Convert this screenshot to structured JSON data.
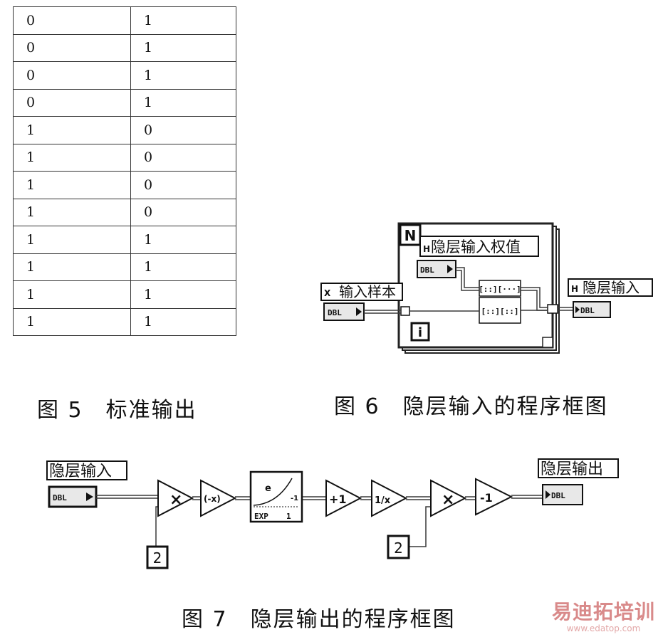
{
  "figure5": {
    "caption": "图 5　标准输出",
    "table": [
      [
        "0",
        "1"
      ],
      [
        "0",
        "1"
      ],
      [
        "0",
        "1"
      ],
      [
        "0",
        "1"
      ],
      [
        "1",
        "0"
      ],
      [
        "1",
        "0"
      ],
      [
        "1",
        "0"
      ],
      [
        "1",
        "0"
      ],
      [
        "1",
        "1"
      ],
      [
        "1",
        "1"
      ],
      [
        "1",
        "1"
      ],
      [
        "1",
        "1"
      ]
    ]
  },
  "figure6": {
    "caption": "图 6　隐层输入的程序框图",
    "loop_count_label": "N",
    "iteration_label": "i",
    "weights_label": "隐层输入权值",
    "weights_prefix": "H",
    "input_label": "输入样本",
    "input_prefix": "X",
    "output_label": "隐层输入",
    "output_prefix": "H",
    "dbl_type": "DBL"
  },
  "figure7": {
    "caption": "图 7　隐层输出的程序框图",
    "input_label": "隐层输入",
    "output_label": "隐层输出",
    "dbl_type": "DBL",
    "multiply_symbol": "×",
    "negate_symbol": "(-x)",
    "exp_label": "EXP",
    "exp_e": "e",
    "increment_symbol": "+1",
    "reciprocal_symbol": "1/x",
    "decrement_symbol": "-1",
    "constant_1": "2",
    "constant_2": "2"
  },
  "watermark": {
    "name": "易迪拓培训",
    "url": "www.edatop.com"
  },
  "colors": {
    "ink": "#111111",
    "wire": "#3a3a3a",
    "watermark": "#d98a8a"
  }
}
